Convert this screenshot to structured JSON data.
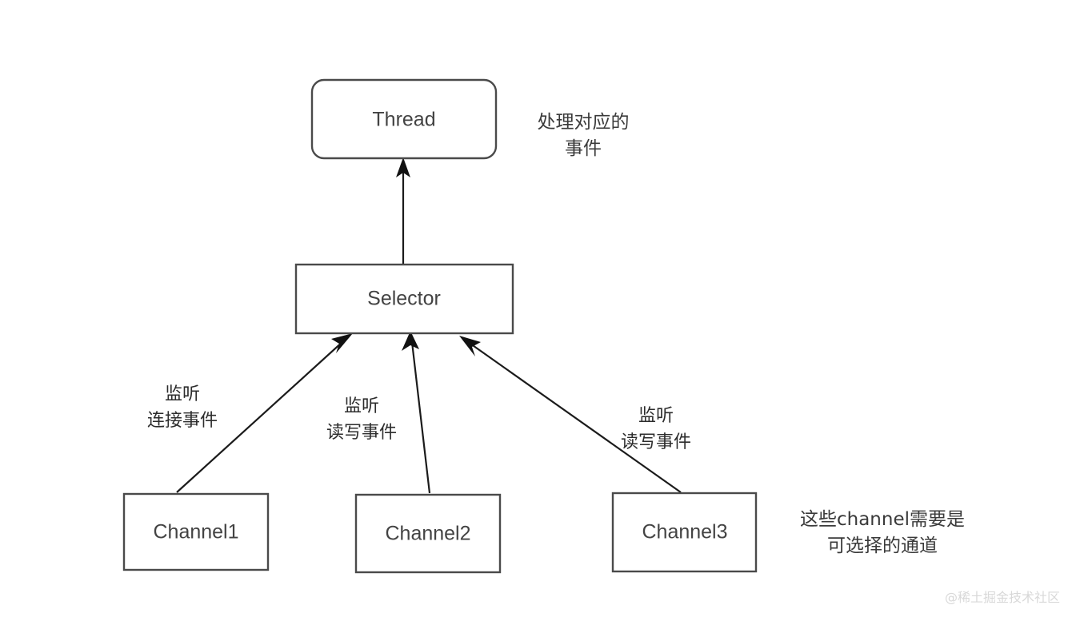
{
  "diagram": {
    "title": "NIO Selector Channel Diagram",
    "background_color": "#ffffff",
    "box_stroke_color": "#4a4a4a",
    "line_color": "#1b1b1b",
    "text_color": "#434343",
    "watermark_color": "#d8d8d8",
    "nodes": [
      {
        "id": "thread",
        "label": "Thread",
        "shape": "rounded-rect"
      },
      {
        "id": "selector",
        "label": "Selector",
        "shape": "rect"
      },
      {
        "id": "channel1",
        "label": "Channel1",
        "shape": "rect"
      },
      {
        "id": "channel2",
        "label": "Channel2",
        "shape": "rect"
      },
      {
        "id": "channel3",
        "label": "Channel3",
        "shape": "rect"
      }
    ],
    "edges": [
      {
        "id": "selector-to-thread",
        "from": "selector",
        "to": "thread",
        "label_line1": "",
        "label_line2": ""
      },
      {
        "id": "channel1-to-selector",
        "from": "channel1",
        "to": "selector",
        "label_line1": "监听",
        "label_line2": "连接事件"
      },
      {
        "id": "channel2-to-selector",
        "from": "channel2",
        "to": "selector",
        "label_line1": "监听",
        "label_line2": "读写事件"
      },
      {
        "id": "channel3-to-selector",
        "from": "channel3",
        "to": "selector",
        "label_line1": "监听",
        "label_line2": "读写事件"
      }
    ],
    "notes": [
      {
        "id": "thread-note",
        "line1": "处理对应的",
        "line2": "事件"
      },
      {
        "id": "channel-note",
        "line1": "这些channel需要是",
        "line2": "可选择的通道"
      }
    ],
    "watermark": "@稀土掘金技术社区"
  }
}
